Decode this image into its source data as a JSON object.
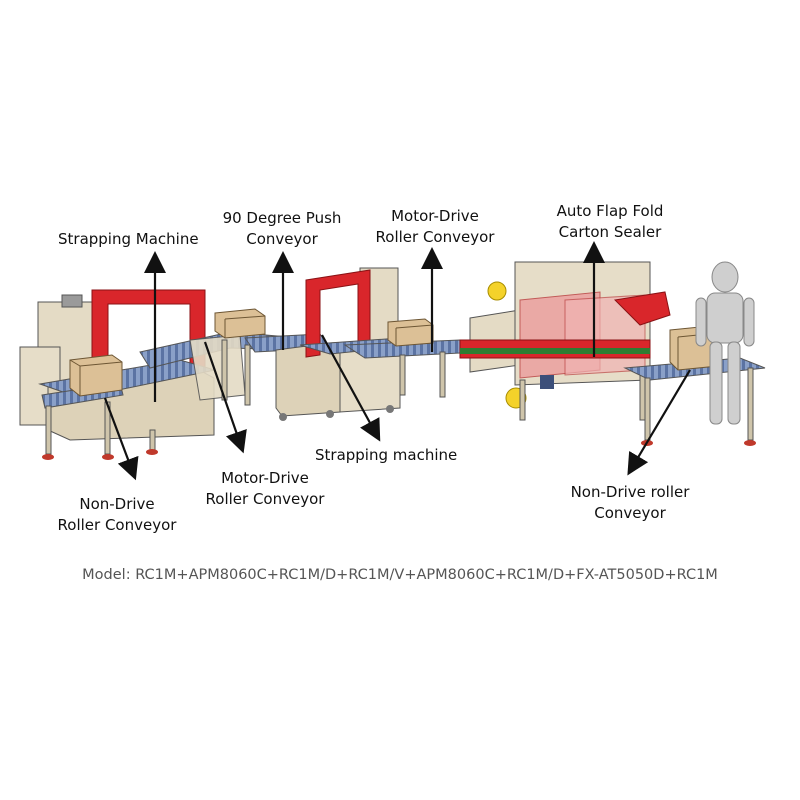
{
  "labels": {
    "strapping_machine_left": "Strapping Machine",
    "push_conveyor_line1": "90 Degree Push",
    "push_conveyor_line2": "Conveyor",
    "motor_drive_top_line1": "Motor-Drive",
    "motor_drive_top_line2": "Roller Conveyor",
    "carton_sealer_line1": "Auto Flap Fold",
    "carton_sealer_line2": "Carton Sealer",
    "strapping_machine_mid": "Strapping machine",
    "motor_drive_bottom_line1": "Motor-Drive",
    "motor_drive_bottom_line2": "Roller Conveyor",
    "non_drive_left_line1": "Non-Drive",
    "non_drive_left_line2": "Roller Conveyor",
    "non_drive_right_line1": "Non-Drive roller",
    "non_drive_right_line2": "Conveyor"
  },
  "model_caption": "Model: RC1M+APM8060C+RC1M/D+RC1M/V+APM8060C+RC1M/D+FX-AT5050D+RC1M",
  "colors": {
    "frame_red": "#d9262b",
    "machine_beige": "#ddd2b8",
    "roller_blue": "#6d87b5",
    "carton_tan": "#dcc096",
    "robot_gray": "#cfcfcf",
    "arrow_black": "#111111"
  }
}
